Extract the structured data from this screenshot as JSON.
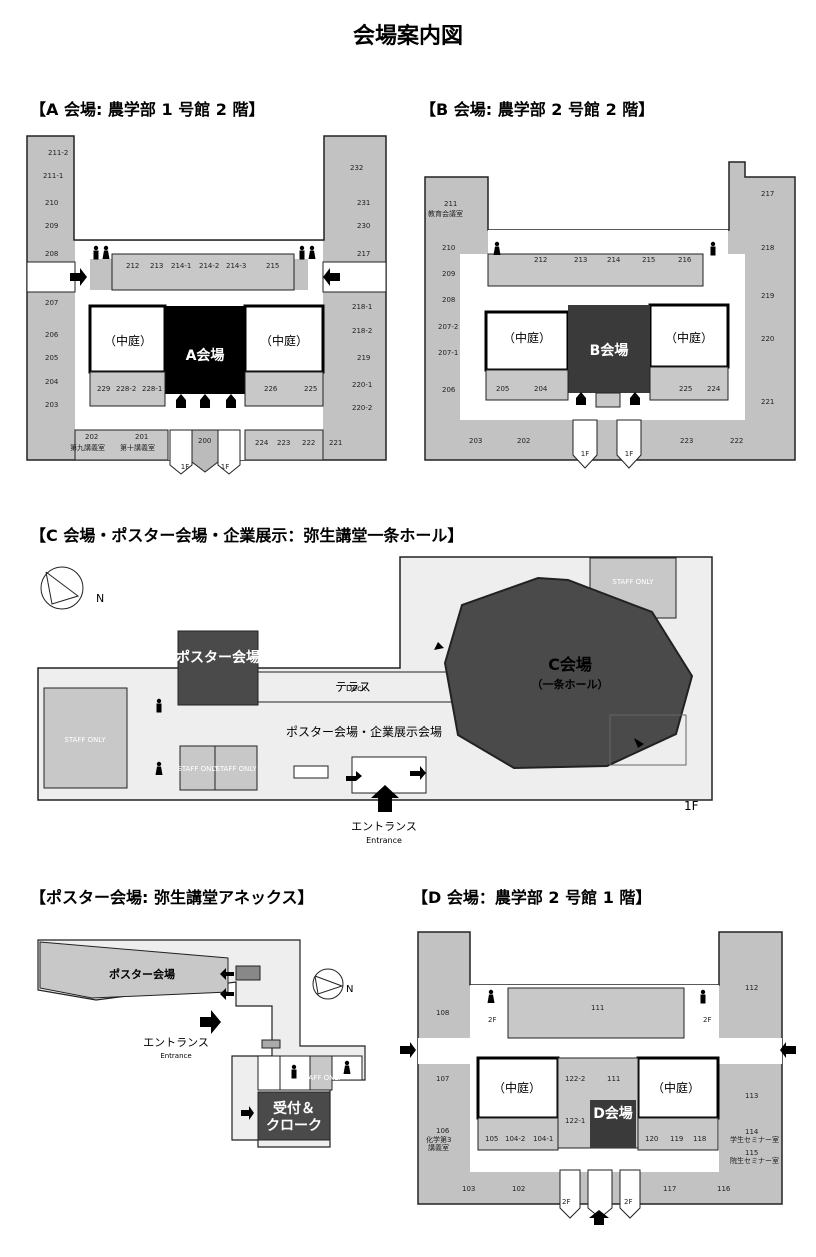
{
  "page_title": "会場案内図",
  "colors": {
    "wall": "#bdbdbd",
    "room": "#c8c8c8",
    "corridor": "#ffffff",
    "hall_a": "#000000",
    "hall_b": "#3a3a3a",
    "hall_c": "#4a4a4a",
    "edge": "#222222"
  },
  "section_a": {
    "heading": "【A 会場: 農学部 1 号館 2 階】",
    "hall_label": "A会場",
    "courtyard": "（中庭）",
    "floor_marker": "1F",
    "rooms": {
      "r211_2": "211-2",
      "r211_1": "211-1",
      "r210": "210",
      "r209": "209",
      "r208": "208",
      "r207": "207",
      "r206": "206",
      "r205": "205",
      "r204": "204",
      "r203": "203",
      "r212": "212",
      "r213": "213",
      "r214_1": "214-1",
      "r214_2": "214-2",
      "r214_3": "214-3",
      "r215": "215",
      "r232": "232",
      "r231": "231",
      "r230": "230",
      "r217": "217",
      "r218_1": "218-1",
      "r218_2": "218-2",
      "r219": "219",
      "r220_1": "220-1",
      "r220_2": "220-2",
      "r229": "229",
      "r228_2": "228-2",
      "r228_1": "228-1",
      "r226": "226",
      "r225": "225",
      "r202": "202",
      "r201": "201",
      "r200": "200",
      "r224": "224",
      "r223": "223",
      "r222": "222",
      "r221": "221",
      "r202_name": "第九講義室",
      "r201_name": "第十講義室"
    }
  },
  "section_b": {
    "heading": "【B 会場: 農学部 2 号館 2 階】",
    "hall_label": "B会場",
    "courtyard": "（中庭）",
    "floor_marker": "1F",
    "rooms": {
      "r211": "211",
      "r211_name": "教育会議室",
      "r210": "210",
      "r209": "209",
      "r208": "208",
      "r207_2": "207-2",
      "r207_1": "207-1",
      "r206": "206",
      "r212": "212",
      "r213": "213",
      "r214": "214",
      "r215": "215",
      "r216": "216",
      "r217": "217",
      "r218": "218",
      "r219": "219",
      "r220": "220",
      "r221": "221",
      "r205": "205",
      "r204": "204",
      "r225": "225",
      "r224": "224",
      "r203": "203",
      "r202": "202",
      "r223": "223",
      "r222": "222"
    }
  },
  "section_c": {
    "heading": "【C 会場・ポスター会場・企業展示：弥生講堂一条ホール】",
    "hall_label": "C会場",
    "hall_sub": "（一条ホール）",
    "poster_room": "ポスター会場",
    "terrace": "テラス",
    "terrace_en": "Deck",
    "exhibit_area": "ポスター会場・企業展示会場",
    "staff_only": "STAFF ONLY",
    "entrance": "エントランス",
    "entrance_en": "Entrance",
    "floor_label": "1F",
    "north_mark": "N"
  },
  "section_annex": {
    "heading": "【ポスター会場: 弥生講堂アネックス】",
    "poster_room": "ポスター会場",
    "entrance": "エントランス",
    "entrance_en": "Entrance",
    "reception": "受付＆",
    "cloak": "クローク",
    "staff_only": "STAFF ONLY",
    "north_mark": "N"
  },
  "section_d": {
    "heading": "【D 会場：農学部 2 号館 1 階】",
    "hall_label": "D会場",
    "courtyard": "（中庭）",
    "floor_marker": "2F",
    "rooms": {
      "r108": "108",
      "r107": "107",
      "r106": "106",
      "r106_name1": "化学第3",
      "r106_name2": "講義室",
      "r111_top": "111",
      "r112": "112",
      "r113": "113",
      "r114": "114",
      "r114_name": "学生セミナー室",
      "r115": "115",
      "r115_name": "院生セミナー室",
      "r122_2": "122-2",
      "r111_mid": "111",
      "r122_1": "122-1",
      "r105": "105",
      "r104_2": "104-2",
      "r104_1": "104-1",
      "r120": "120",
      "r119": "119",
      "r118": "118",
      "r103": "103",
      "r102": "102",
      "r117": "117",
      "r116": "116"
    }
  }
}
